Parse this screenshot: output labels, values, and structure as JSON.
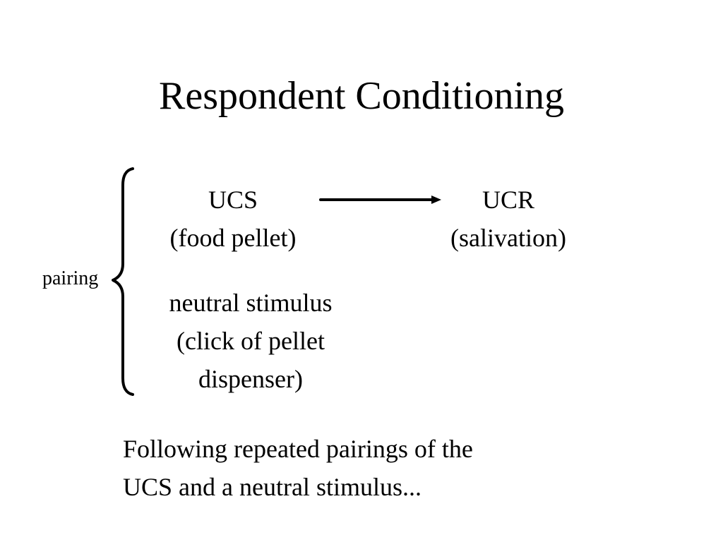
{
  "title": "Respondent Conditioning",
  "ucs": {
    "label": "UCS",
    "detail": "(food pellet)"
  },
  "ucr": {
    "label": "UCR",
    "detail": "(salivation)"
  },
  "neutral": {
    "line1": "neutral stimulus",
    "line2": "(click of pellet",
    "line3": "dispenser)"
  },
  "pairing_label": "pairing",
  "footer": {
    "line1": "Following repeated pairings of the",
    "line2": "UCS and a neutral stimulus..."
  }
}
